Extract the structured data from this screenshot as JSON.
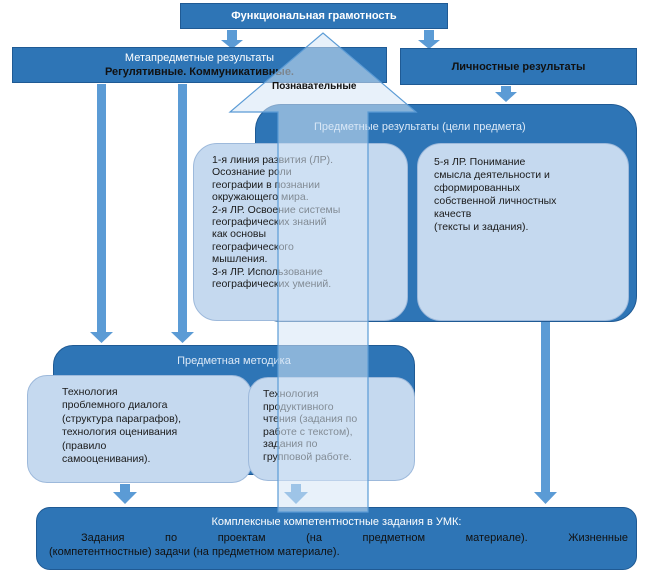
{
  "top": {
    "title": "Функциональная грамотность"
  },
  "meta": {
    "title": "Метапредметные результаты",
    "subtitle": "Регулятивные. Коммуникативные."
  },
  "personal": {
    "title": "Личностные результаты"
  },
  "cognitive": {
    "label": "Познавательные"
  },
  "subject": {
    "title": "Предметные результаты (цели предмета)",
    "left_lines": [
      "1-я линия развития (ЛР).",
      "Осознание роли",
      "географии в познании",
      "окружающего мира.",
      "2-я ЛР. Освоение системы",
      "географических знаний",
      "как основы",
      "географического",
      "мышления.",
      "3-я ЛР. Использование",
      "географических умений."
    ],
    "right_lines": [
      "5-я ЛР. Понимание",
      "смысла деятельности и",
      "сформированных",
      "собственной личностных",
      "качеств",
      "(тексты и задания)."
    ]
  },
  "method": {
    "title": "Предметная методика",
    "left_lines": [
      "Технология",
      "проблемного диалога",
      "(структура параграфов),",
      "технология оценивания",
      "(правило",
      "самооценивания)."
    ],
    "right_lines": [
      "Технология",
      "продуктивного",
      "чтения (задания по",
      "работе с текстом),",
      "задания по",
      "групповой работе."
    ]
  },
  "bottom": {
    "line1": "Комплексные компетентностные задания в УМК:",
    "line2": "Задания по проектам (на предметном материале). Жизненные",
    "line3": "(компетентностные) задачи (на предметном материале)."
  },
  "colors": {
    "dark_blue": "#2e75b6",
    "light_blue": "#c5d9ef",
    "arrow": "#5b9bd5"
  }
}
